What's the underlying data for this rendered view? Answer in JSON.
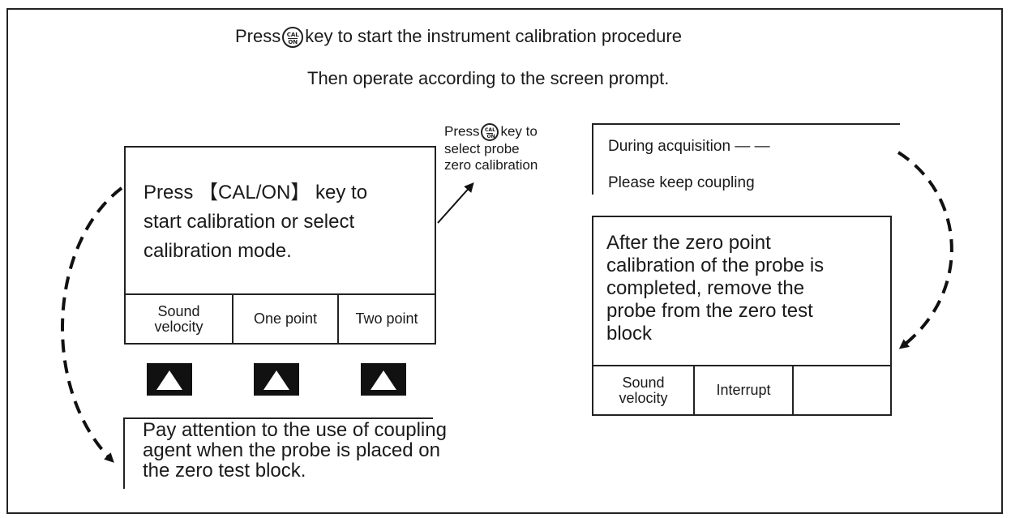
{
  "header": {
    "line1_prefix": "Press",
    "line1_suffix": "key to start the instrument calibration procedure",
    "line2": "Then operate according to the screen prompt."
  },
  "cal_key": {
    "top": "CAL",
    "bottom": "ON"
  },
  "screen1": {
    "message_lines": [
      "Press 【CAL/ON】 key to",
      "start calibration or select",
      "calibration mode."
    ],
    "softkeys": [
      {
        "lines": [
          "Sound",
          "velocity"
        ]
      },
      {
        "lines": [
          "One point"
        ]
      },
      {
        "lines": [
          "Two point"
        ]
      }
    ]
  },
  "step_note": {
    "prefix": "Press",
    "suffix": "key to",
    "line2": "select probe",
    "line3": "zero calibration"
  },
  "acquisition": {
    "line1": "During acquisition — —",
    "line2": "Please keep coupling"
  },
  "screen2": {
    "message_lines": [
      "After the zero point",
      "calibration of the probe is",
      "completed, remove the",
      "probe from the zero test",
      "block"
    ],
    "softkeys": [
      {
        "lines": [
          "Sound",
          "velocity"
        ]
      },
      {
        "lines": [
          "Interrupt"
        ]
      },
      {
        "lines": [
          ""
        ]
      }
    ]
  },
  "coupling_note": {
    "lines": [
      "Pay attention to the use of coupling",
      "agent when the probe is placed on",
      "the zero test block."
    ]
  },
  "hardware_buttons": [
    "up-triangle",
    "up-triangle",
    "up-triangle"
  ]
}
